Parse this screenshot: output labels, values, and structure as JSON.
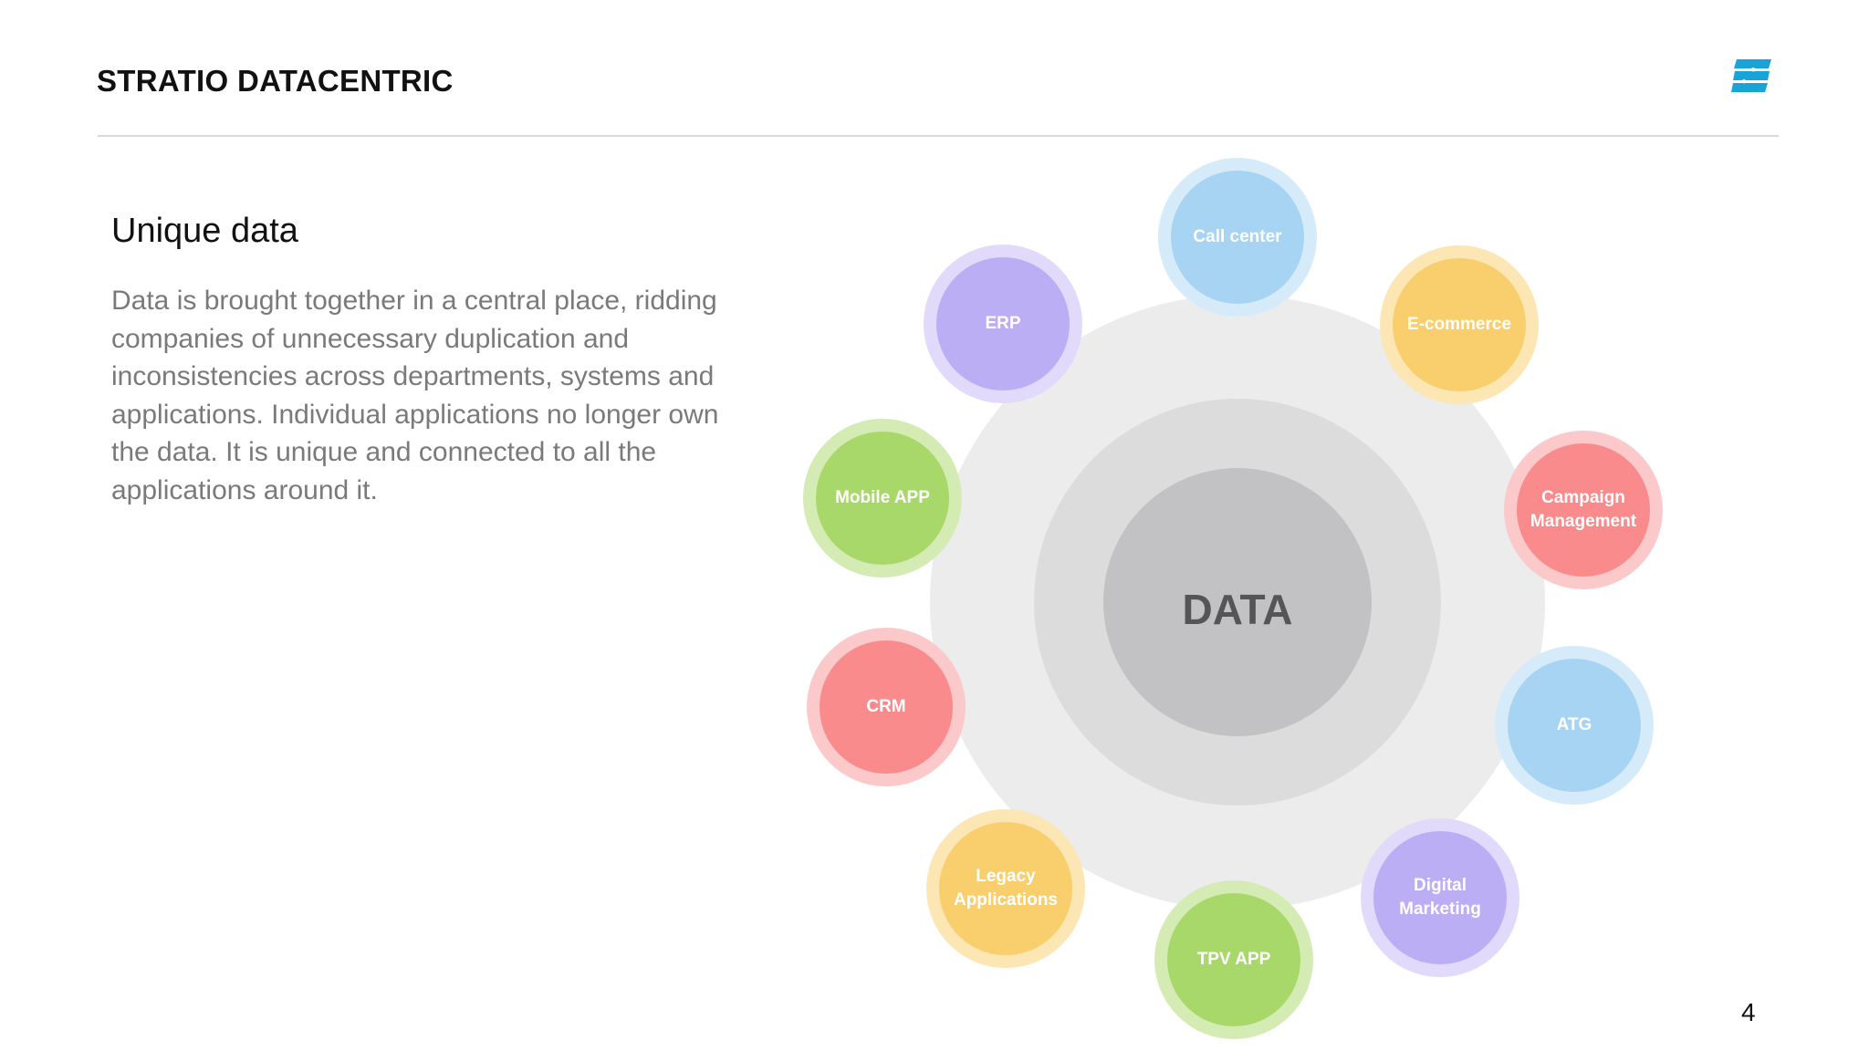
{
  "header": {
    "title": "STRATIO DATACENTRIC",
    "logo_icon": "stratio-logo-icon",
    "logo_color": "#1aa3d9"
  },
  "content": {
    "heading": "Unique data",
    "body": "Data is brought together in a central place, ridding companies of unnecessary duplication and inconsistencies across departments, systems and applications. Individual applications no longer own the data. It is unique and connected to all the applications around it."
  },
  "diagram": {
    "center_label": "DATA",
    "ring_colors": [
      "#ececed",
      "#dcdcdd",
      "#c2c1c3"
    ],
    "nodes": [
      {
        "name": "call-center",
        "label": [
          "Call center"
        ],
        "color": "#a6d4f2",
        "halo": "#d6ebf9"
      },
      {
        "name": "e-commerce",
        "label": [
          "E-commerce"
        ],
        "color": "#f9cf6e",
        "halo": "#fbe6b4"
      },
      {
        "name": "campaign-management",
        "label": [
          "Campaign",
          "Management"
        ],
        "color": "#f98b8d",
        "halo": "#fbc9ca"
      },
      {
        "name": "atg",
        "label": [
          "ATG"
        ],
        "color": "#a6d4f2",
        "halo": "#d6ebf9"
      },
      {
        "name": "digital-marketing",
        "label": [
          "Digital",
          "Marketing"
        ],
        "color": "#bcaef4",
        "halo": "#e1dafa"
      },
      {
        "name": "tpv-app",
        "label": [
          "TPV APP"
        ],
        "color": "#a8d86a",
        "halo": "#d4ecb4"
      },
      {
        "name": "legacy-applications",
        "label": [
          "Legacy",
          "Applications"
        ],
        "color": "#f9cf6e",
        "halo": "#fbe6b4"
      },
      {
        "name": "crm",
        "label": [
          "CRM"
        ],
        "color": "#f98b8d",
        "halo": "#fbc9ca"
      },
      {
        "name": "mobile-app",
        "label": [
          "Mobile APP"
        ],
        "color": "#a8d86a",
        "halo": "#d4ecb4"
      },
      {
        "name": "erp",
        "label": [
          "ERP"
        ],
        "color": "#bcaef4",
        "halo": "#e1dafa"
      }
    ]
  },
  "footer": {
    "page_number": "4"
  }
}
